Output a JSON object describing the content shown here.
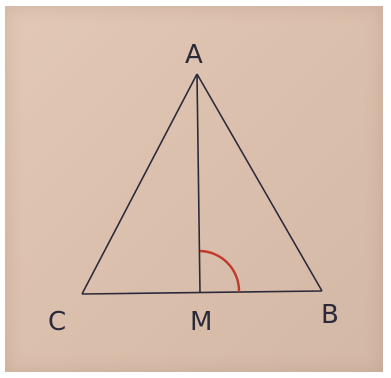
{
  "diagram": {
    "points": {
      "A": "A",
      "B": "B",
      "C": "C",
      "M": "M"
    },
    "colors": {
      "paper": "#dcc0ae",
      "ink": "#2a2a3a",
      "angle_mark": "#c0392b"
    }
  }
}
